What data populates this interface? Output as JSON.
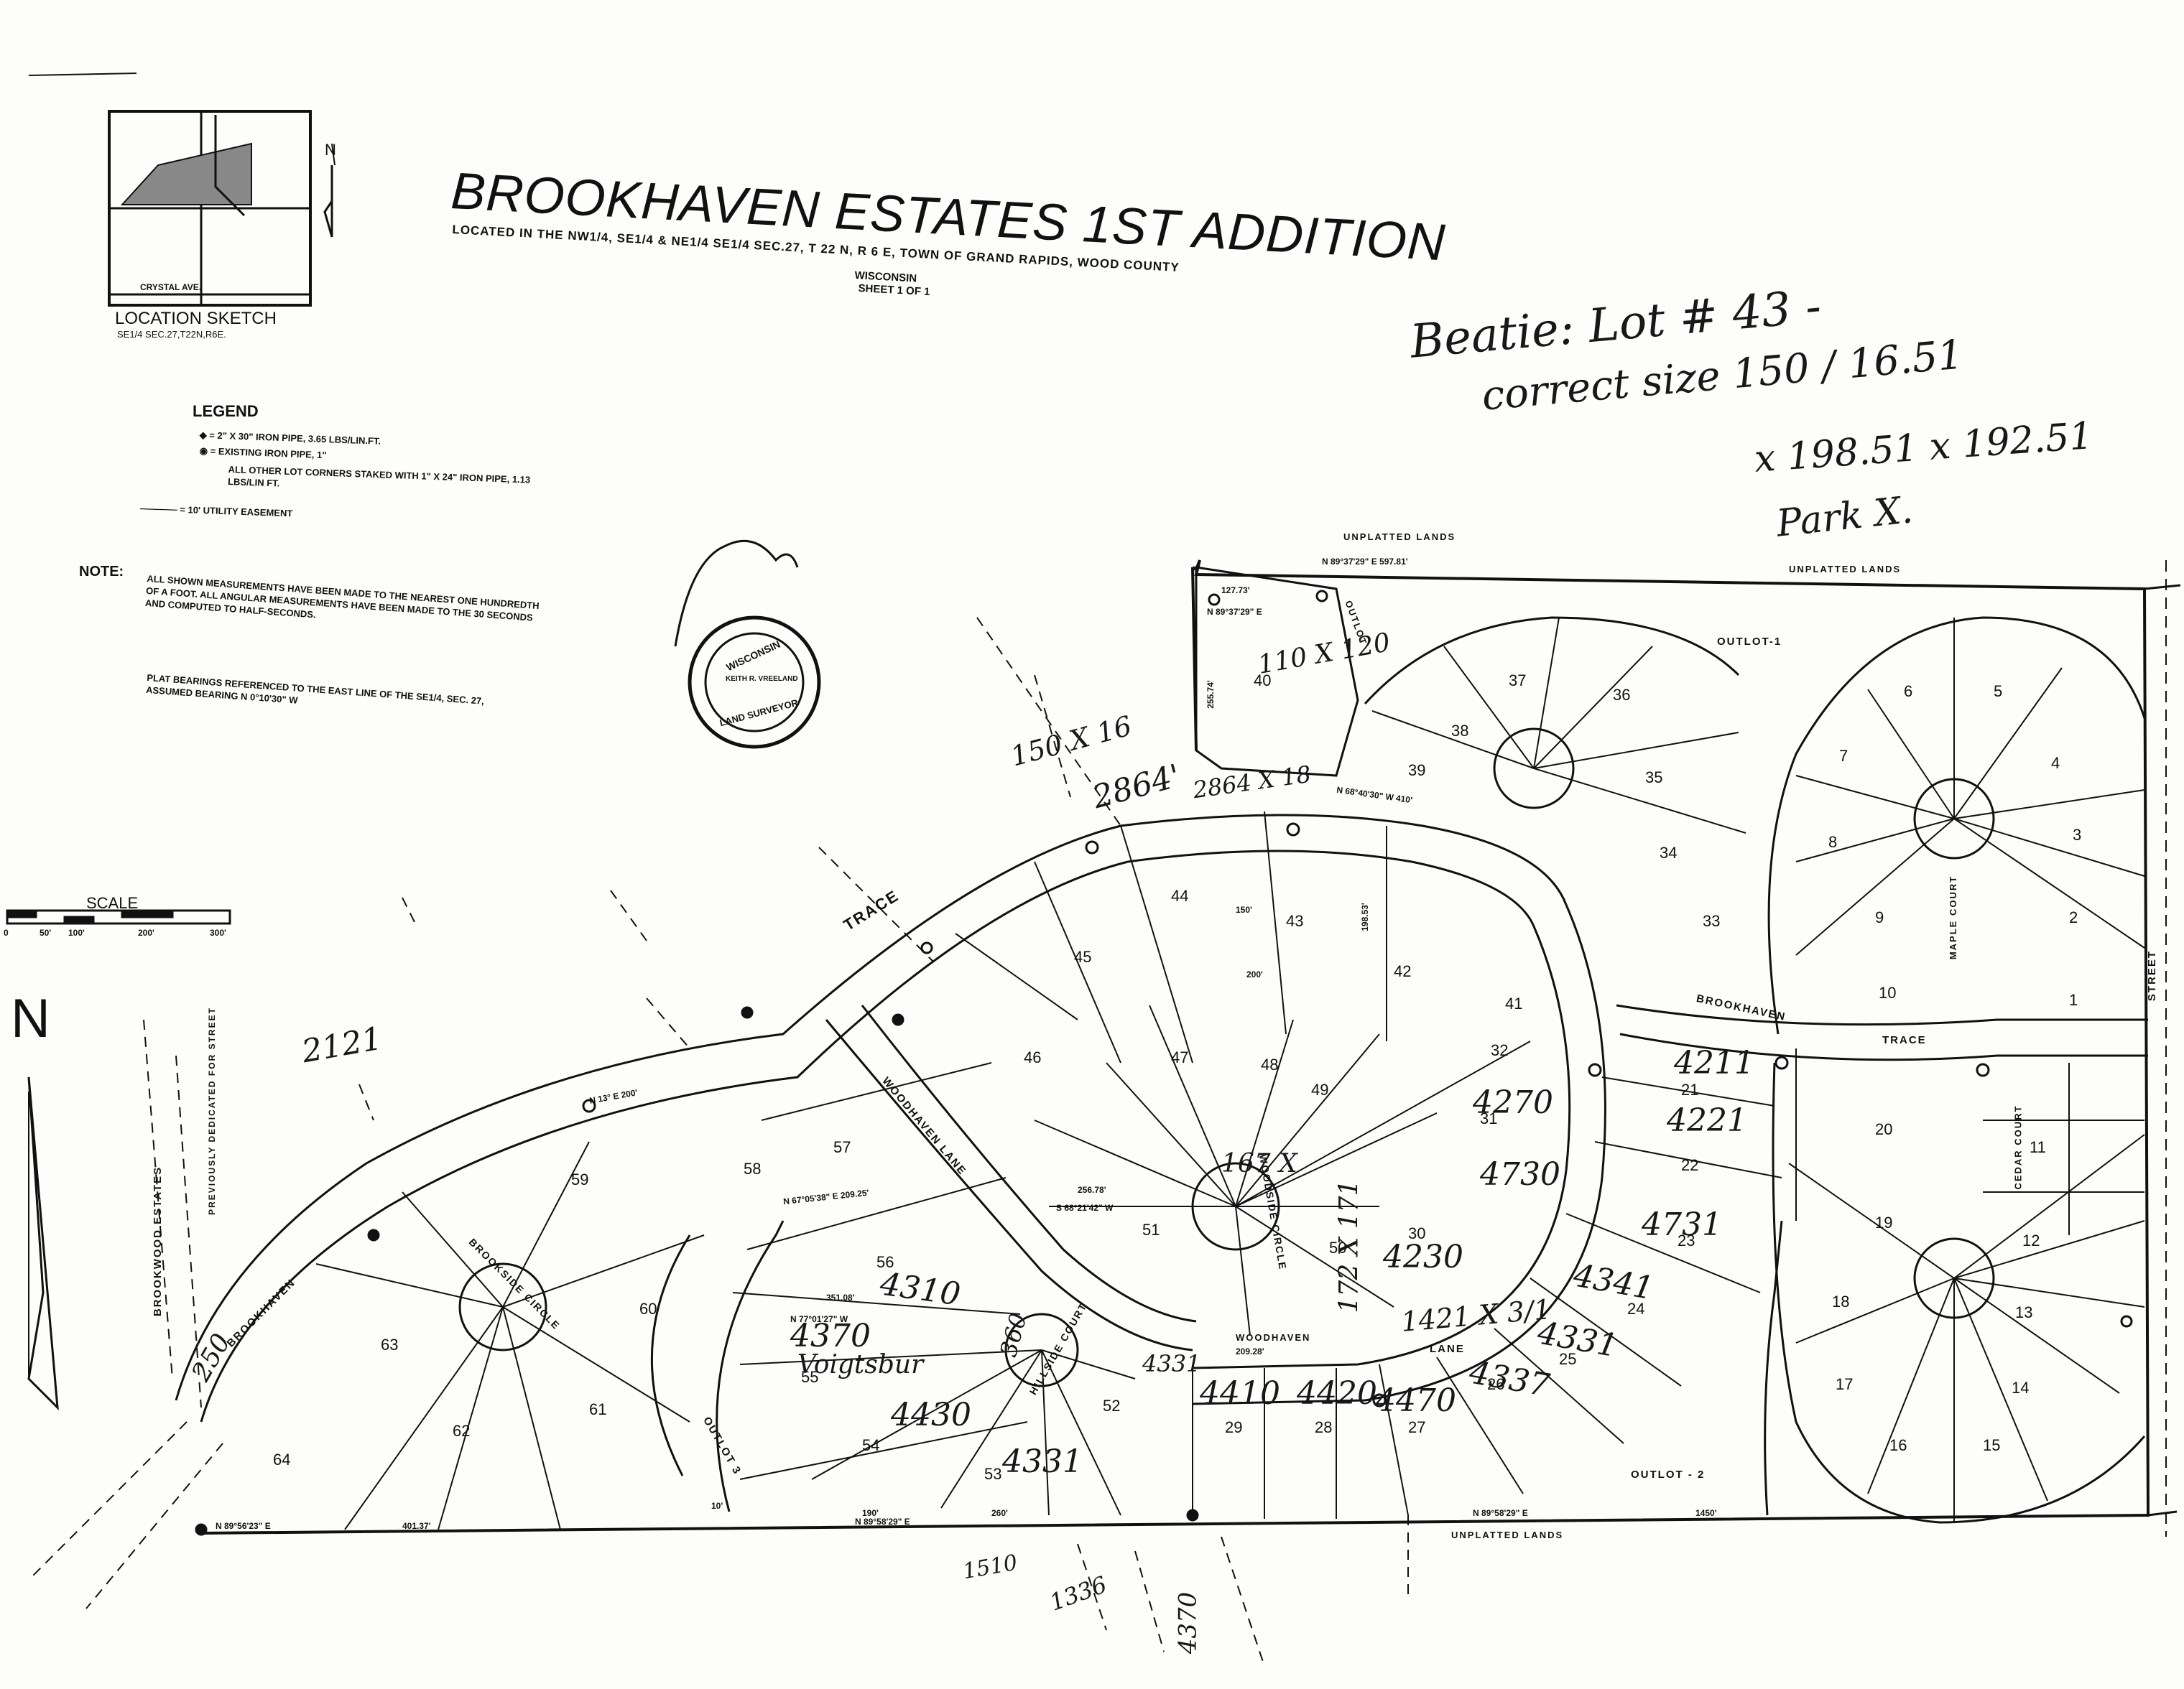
{
  "title": "BROOKHAVEN ESTATES 1ST ADDITION",
  "subtitle": "LOCATED IN THE NW1/4, SE1/4 & NE1/4 SE1/4 SEC.27, T 22 N, R 6 E, TOWN OF GRAND RAPIDS, WOOD COUNTY",
  "subtitle_state": "WISCONSIN",
  "sheet": "SHEET 1 OF 1",
  "location_sketch": {
    "label": "LOCATION SKETCH",
    "sub": "SE1/4 SEC.27,T22N,R6E.",
    "road": "CRYSTAL AVE."
  },
  "legend": {
    "title": "LEGEND",
    "items": [
      "◆ = 2\" X 30\" IRON PIPE, 3.65 LBS/LIN.FT.",
      "◉ = EXISTING IRON PIPE, 1\"",
      "ALL OTHER LOT CORNERS STAKED WITH 1\" X 24\" IRON PIPE, 1.13 LBS/LIN FT.",
      "———— = 10' UTILITY EASEMENT"
    ]
  },
  "note": {
    "label": "NOTE:",
    "text": "ALL SHOWN MEASUREMENTS HAVE BEEN MADE TO THE NEAREST ONE HUNDREDTH OF A FOOT. ALL ANGULAR MEASUREMENTS HAVE BEEN MADE TO THE 30 SECONDS AND COMPUTED TO HALF-SECONDS."
  },
  "bearings_note": "PLAT BEARINGS REFERENCED TO THE EAST LINE OF THE SE1/4, SEC. 27, ASSUMED BEARING N 0°10'30\" W",
  "scale": {
    "label": "SCALE",
    "ticks": [
      "0",
      "50'",
      "100'",
      "200'",
      "300'"
    ]
  },
  "north_label": "N",
  "seal": {
    "line1": "WISCONSIN",
    "line2": "KEITH R. VREELAND",
    "line3": "LAND SURVEYOR"
  },
  "handwritten": {
    "note1": "Beatie: Lot # 43 -",
    "note2": "correct size 150 / 16.51",
    "note3": "x 198.51 x 192.51",
    "note4": "Park X."
  },
  "roads": {
    "brookhaven_trace_west": "BROOKHAVEN",
    "brookhaven_trace_north": "TRACE",
    "brookhaven_trace_east": "BROOKHAVEN",
    "trace_east": "TRACE",
    "woodhaven_lane": "WOODHAVEN LANE",
    "woodhaven_lane_south": "WOODHAVEN",
    "lane_south": "LANE",
    "brookside_circle": "BROOKSIDE CIRCLE",
    "hillside_court": "HILLSIDE COURT",
    "woodside_circle": "WOODSIDE CIRCLE",
    "maple_court": "MAPLE COURT",
    "cedar_court": "CEDAR COURT",
    "street_east": "STREET",
    "unplatted_north": "UNPLATTED LANDS",
    "unplatted_ne": "UNPLATTED LANDS",
    "unplatted_south": "UNPLATTED LANDS",
    "outlot1": "OUTLOT-1",
    "outlot2": "OUTLOT - 2",
    "outlot3": "OUTLOT 3",
    "outlot_n": "OUTLOT",
    "brookwood_estates": "BROOKWOOD ESTATES",
    "previously_dedicated": "PREVIOUSLY DEDICATED FOR STREET"
  },
  "dimensions": {
    "d1": "N 89°37'29\" E 597.81'",
    "d2": "N 89°56'23\" E",
    "d3": "N 89°58'29\" E",
    "d4": "N 89°58'29\" E",
    "d5": "2864'",
    "d6": "N 13° E 200'",
    "d7": "127.73'",
    "d8": "N 89°37'29\" E",
    "d9": "255.74'",
    "d10": "351.08'",
    "d11": "256.78'",
    "d12": "S 68°21'42\" W",
    "d13": "N 68°40'30\" W 410'",
    "d14": "N 67°05'38\" E 209.25'",
    "d15": "N 77°01'27\" W",
    "d16": "198.53'",
    "d17": "401.37'",
    "d18": "209.28'",
    "d19": "150'",
    "d20": "200'",
    "d21": "190'",
    "d22": "260'",
    "d23": "1450'",
    "d24": "10'"
  },
  "lots": [
    "1",
    "2",
    "3",
    "4",
    "5",
    "6",
    "7",
    "8",
    "9",
    "10",
    "11",
    "12",
    "13",
    "14",
    "15",
    "16",
    "17",
    "18",
    "19",
    "20",
    "21",
    "22",
    "23",
    "24",
    "25",
    "26",
    "27",
    "28",
    "29",
    "30",
    "31",
    "32",
    "33",
    "34",
    "35",
    "36",
    "37",
    "38",
    "39",
    "40",
    "41",
    "42",
    "43",
    "44",
    "45",
    "46",
    "47",
    "48",
    "49",
    "50",
    "51",
    "52",
    "53",
    "54",
    "55",
    "56",
    "57",
    "58",
    "59",
    "60",
    "61",
    "62",
    "63",
    "64"
  ],
  "house_numbers": {
    "n4310": "4310",
    "n4370": "4370",
    "voigt": "Voigtsbur",
    "n4430": "4430",
    "n4331a": "4331",
    "n4410": "4410",
    "n4420": "4420",
    "n4470": "4470",
    "n4337": "4337",
    "n4331b": "4331",
    "n4341": "4341",
    "n4230": "4230",
    "n4270": "4270",
    "n4731": "4731",
    "n4211": "4211",
    "n4221": "4221",
    "n4730": "4730",
    "n2121": "2121",
    "n1421": "1421 X 3/1",
    "n172": "172 X 171",
    "n167": "167 X",
    "n110": "110 X 120",
    "n150": "150 X 16",
    "n2864": "2864 X 18",
    "n250": "250",
    "n360": "360",
    "n4331c": "4331",
    "n4370b": "4370",
    "n1336": "1336",
    "n1510": "1510"
  }
}
